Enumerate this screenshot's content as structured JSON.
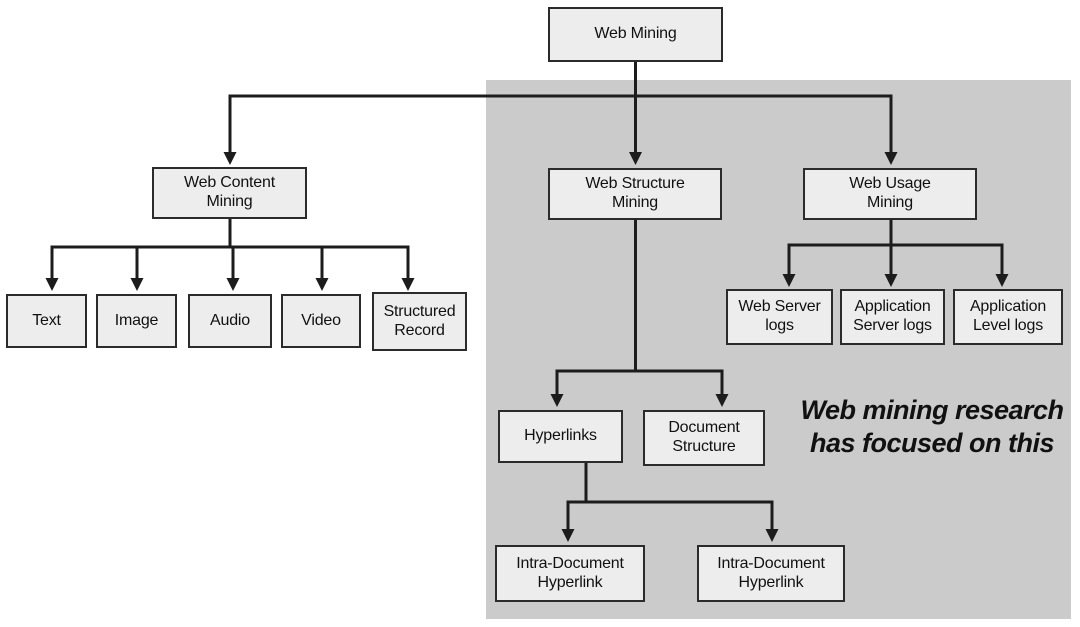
{
  "diagram": {
    "nodes": {
      "web_mining": "Web Mining",
      "web_content_mining": "Web Content\nMining",
      "web_structure_mining": "Web Structure\nMining",
      "web_usage_mining": "Web Usage\nMining",
      "text": "Text",
      "image": "Image",
      "audio": "Audio",
      "video": "Video",
      "structured_record": "Structured\nRecord",
      "web_server_logs": "Web Server\nlogs",
      "application_server_logs": "Application\nServer logs",
      "application_level_logs": "Application\nLevel logs",
      "hyperlinks": "Hyperlinks",
      "document_structure": "Document\nStructure",
      "intra_document_hyperlink_left": "Intra-Document\nHyperlink",
      "intra_document_hyperlink_right": "Intra-Document\nHyperlink"
    },
    "annotation": "Web mining research\nhas focused on this",
    "colors": {
      "background": "#ffffff",
      "node_fill": "#ededed",
      "node_border": "#2b2b2b",
      "highlight_region": "#cbcbcb",
      "connector": "#1c1c1c",
      "text": "#111111"
    }
  }
}
